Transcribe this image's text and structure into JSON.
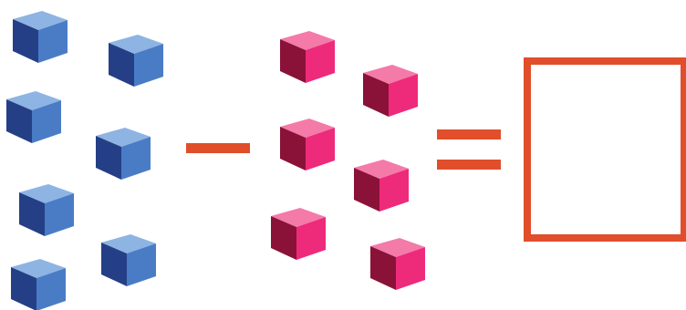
{
  "puzzle": {
    "left_group": {
      "count": 7,
      "cube_icon": "cube-icon",
      "colors": {
        "top": "#8db4e2",
        "left": "#253f86",
        "right": "#4a7cc6"
      }
    },
    "operator_1": {
      "symbol": "minus",
      "color": "#e04e2b"
    },
    "right_group": {
      "count": 6,
      "cube_icon": "cube-icon",
      "colors": {
        "top": "#f47aa8",
        "left": "#8a1238",
        "right": "#ee2a7b"
      }
    },
    "operator_2": {
      "symbol": "equals",
      "color": "#e04e2b"
    },
    "answer_box": {
      "value": "",
      "border_color": "#e04e2b"
    }
  }
}
